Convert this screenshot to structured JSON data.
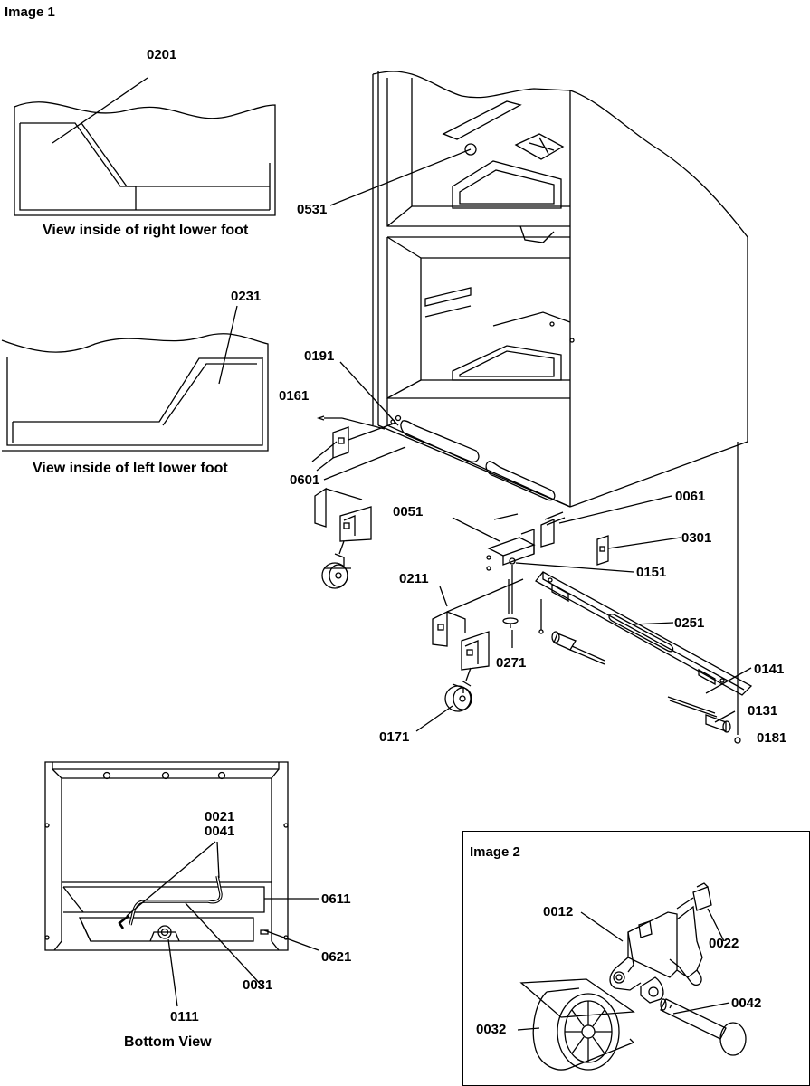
{
  "titles": {
    "image1": "Image 1",
    "image2": "Image 2"
  },
  "captions": {
    "right_foot": "View inside of right lower foot",
    "left_foot": "View inside of left  lower foot",
    "bottom_view": "Bottom View"
  },
  "parts": {
    "p0201": "0201",
    "p0231": "0231",
    "p0531": "0531",
    "p0191": "0191",
    "p0161": "0161",
    "p0601": "0601",
    "p0061": "0061",
    "p0051": "0051",
    "p0301": "0301",
    "p0151": "0151",
    "p0211": "0211",
    "p0251": "0251",
    "p0271": "0271",
    "p0141": "0141",
    "p0131": "0131",
    "p0171": "0171",
    "p0181": "0181",
    "p0021": "0021",
    "p0041": "0041",
    "p0611": "0611",
    "p0621": "0621",
    "p0031": "0031",
    "p0111": "0111",
    "p0012": "0012",
    "p0022": "0022",
    "p0042": "0042",
    "p0032": "0032"
  }
}
